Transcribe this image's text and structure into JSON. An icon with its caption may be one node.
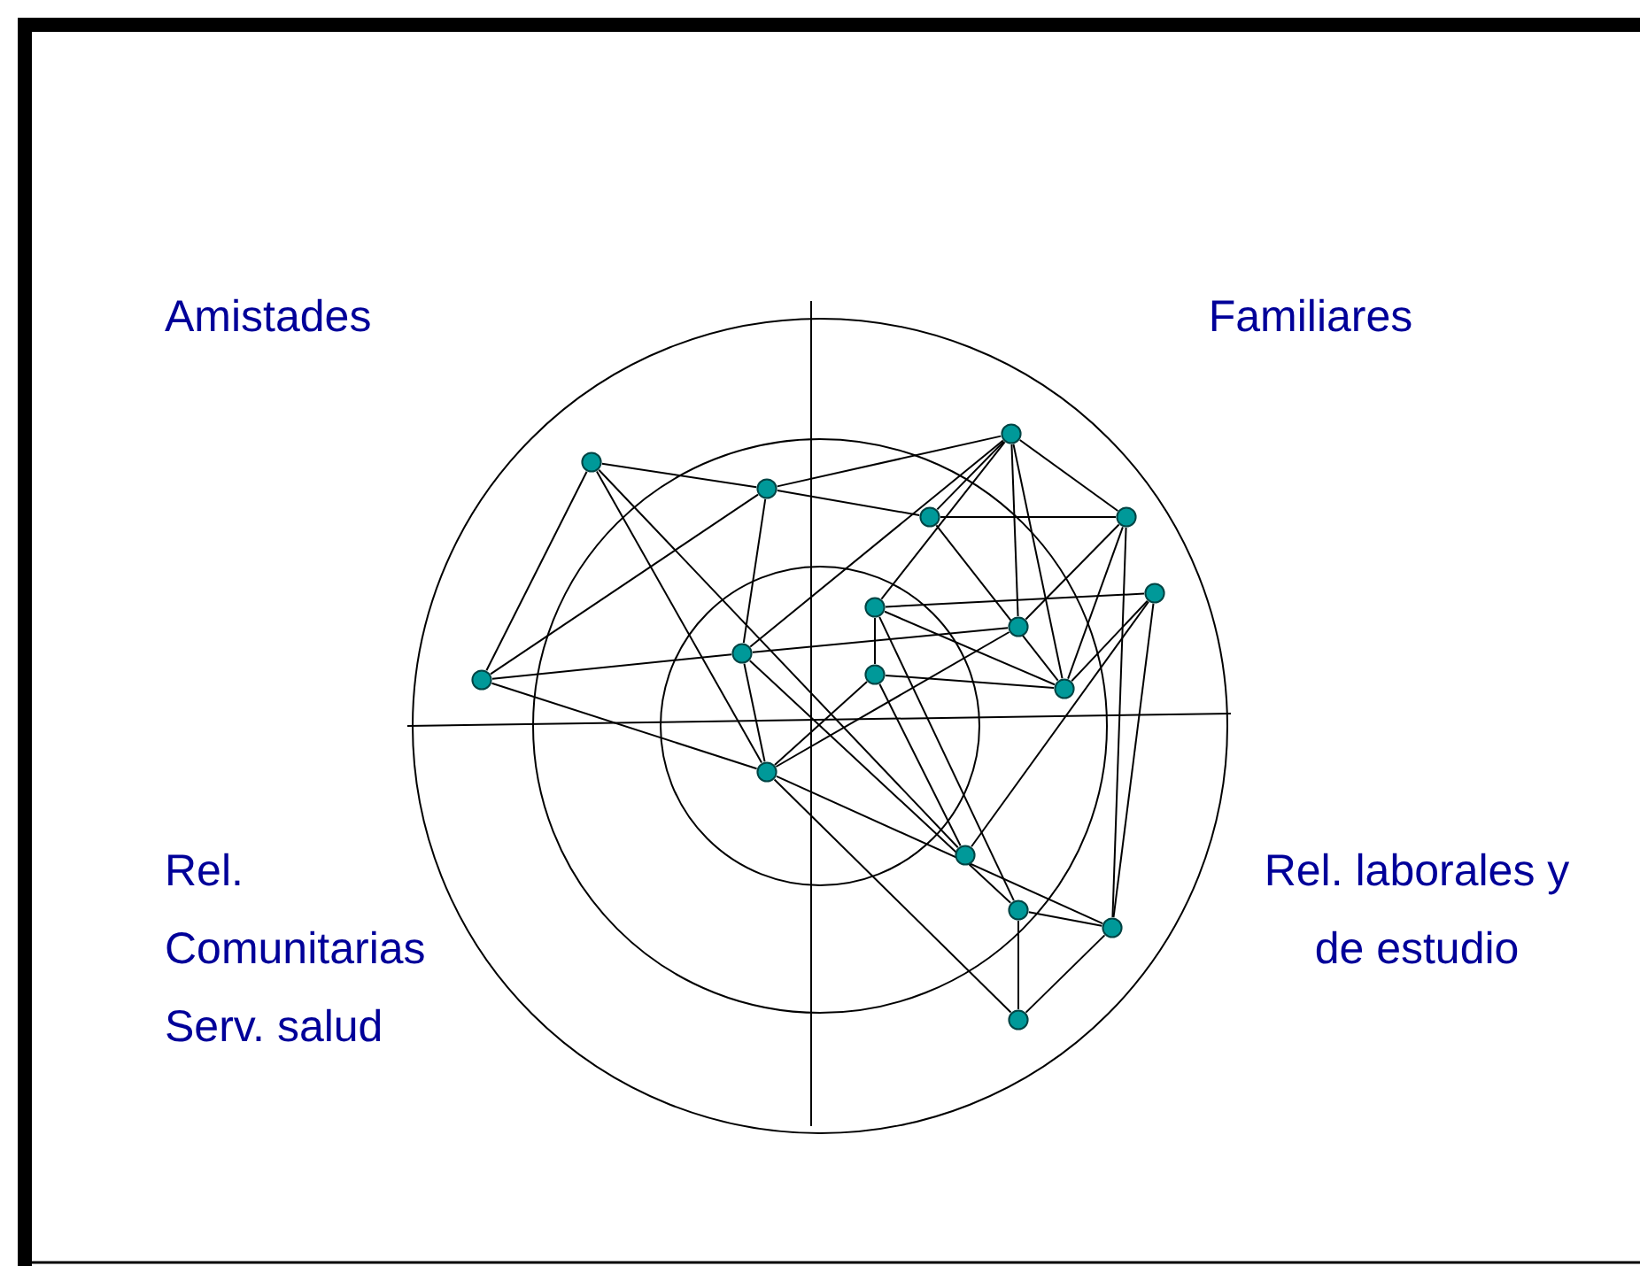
{
  "diagram": {
    "nodes": [
      {
        "text": [],
        "shape": "circle"
      },
      {
        "text": [],
        "shape": "circle"
      },
      {
        "text": [],
        "shape": "circle"
      },
      {
        "text": [],
        "shape": "circle"
      },
      {
        "text": [],
        "shape": "circle"
      },
      {
        "text": [],
        "shape": "circle"
      },
      {
        "text": [],
        "shape": "circle"
      },
      {
        "text": [],
        "shape": "circle"
      },
      {
        "text": [],
        "shape": "circle"
      },
      {
        "text": [],
        "shape": "circle"
      },
      {
        "text": [],
        "shape": "circle"
      },
      {
        "text": [],
        "shape": "circle"
      },
      {
        "text": [],
        "shape": "circle"
      },
      {
        "text": [],
        "shape": "circle"
      },
      {
        "text": [],
        "shape": "circle"
      },
      {
        "text": [],
        "shape": "circle"
      },
      {
        "text": [],
        "shape": "circle"
      }
    ],
    "edges": [
      {
        "from": 0,
        "to": 1,
        "arrow": "none"
      },
      {
        "from": 0,
        "to": 2,
        "arrow": "none"
      },
      {
        "from": 0,
        "to": 4,
        "arrow": "none"
      },
      {
        "from": 0,
        "to": 13,
        "arrow": "none"
      },
      {
        "from": 1,
        "to": 2,
        "arrow": "none"
      },
      {
        "from": 1,
        "to": 3,
        "arrow": "none"
      },
      {
        "from": 1,
        "to": 5,
        "arrow": "none"
      },
      {
        "from": 1,
        "to": 6,
        "arrow": "none"
      },
      {
        "from": 2,
        "to": 3,
        "arrow": "none"
      },
      {
        "from": 2,
        "to": 4,
        "arrow": "none"
      },
      {
        "from": 3,
        "to": 4,
        "arrow": "none"
      },
      {
        "from": 3,
        "to": 10,
        "arrow": "none"
      },
      {
        "from": 3,
        "to": 5,
        "arrow": "none"
      },
      {
        "from": 3,
        "to": 14,
        "arrow": "none"
      },
      {
        "from": 4,
        "to": 11,
        "arrow": "none"
      },
      {
        "from": 4,
        "to": 10,
        "arrow": "none"
      },
      {
        "from": 4,
        "to": 15,
        "arrow": "none"
      },
      {
        "from": 4,
        "to": 16,
        "arrow": "none"
      },
      {
        "from": 5,
        "to": 6,
        "arrow": "none"
      },
      {
        "from": 5,
        "to": 9,
        "arrow": "none"
      },
      {
        "from": 5,
        "to": 7,
        "arrow": "none"
      },
      {
        "from": 5,
        "to": 10,
        "arrow": "none"
      },
      {
        "from": 5,
        "to": 12,
        "arrow": "none"
      },
      {
        "from": 6,
        "to": 7,
        "arrow": "none"
      },
      {
        "from": 6,
        "to": 12,
        "arrow": "none"
      },
      {
        "from": 9,
        "to": 8,
        "arrow": "none"
      },
      {
        "from": 9,
        "to": 11,
        "arrow": "none"
      },
      {
        "from": 9,
        "to": 12,
        "arrow": "none"
      },
      {
        "from": 9,
        "to": 14,
        "arrow": "none"
      },
      {
        "from": 11,
        "to": 12,
        "arrow": "none"
      },
      {
        "from": 10,
        "to": 7,
        "arrow": "none"
      },
      {
        "from": 7,
        "to": 12,
        "arrow": "none"
      },
      {
        "from": 8,
        "to": 12,
        "arrow": "none"
      },
      {
        "from": 7,
        "to": 15,
        "arrow": "none"
      },
      {
        "from": 8,
        "to": 15,
        "arrow": "none"
      },
      {
        "from": 13,
        "to": 8,
        "arrow": "none"
      },
      {
        "from": 11,
        "to": 13,
        "arrow": "none"
      },
      {
        "from": 14,
        "to": 16,
        "arrow": "none"
      },
      {
        "from": 16,
        "to": 15,
        "arrow": "none"
      },
      {
        "from": 14,
        "to": 15,
        "arrow": "none"
      }
    ],
    "labels": [
      "Amistades",
      "Familiares",
      "Rel. Comunitarias Serv. salud",
      "Rel. laborales y de estudio"
    ]
  }
}
